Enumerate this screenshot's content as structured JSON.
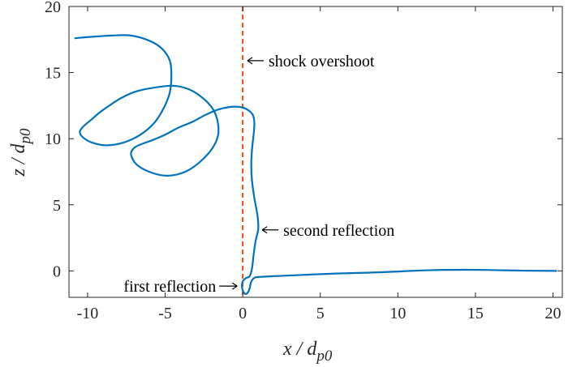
{
  "chart_data": {
    "type": "line",
    "title": "",
    "xlabel": {
      "main": "x / d",
      "sub": "p0"
    },
    "ylabel": {
      "main": "z / d",
      "sub": "p0"
    },
    "xlim": [
      -11.2,
      20.6
    ],
    "ylim": [
      -2,
      20
    ],
    "xticks": [
      -10,
      -5,
      0,
      5,
      10,
      15,
      20
    ],
    "yticks": [
      0,
      5,
      10,
      15,
      20
    ],
    "xtick_labels": [
      "-10",
      "-5",
      "0",
      "5",
      "10",
      "15",
      "20"
    ],
    "ytick_labels": [
      "0",
      "5",
      "10",
      "15",
      "20"
    ],
    "grid": false,
    "series": [
      {
        "color": "#0072BD",
        "x": [
          20.2,
          18,
          15,
          12,
          9,
          6,
          4,
          2,
          1.2,
          0.8,
          0.6,
          0.5,
          0.45,
          0.35,
          0.2,
          0.05,
          -0.05,
          0.0,
          0.2,
          0.45,
          0.6,
          0.7,
          0.82,
          1.0,
          0.95,
          0.75,
          0.6,
          0.55,
          0.6,
          0.7,
          0.75,
          0.65,
          0.3,
          -0.2,
          -0.8,
          -1.6,
          -2.4,
          -3.2,
          -4.2,
          -5.0,
          -5.8,
          -6.5,
          -7.0,
          -7.2,
          -6.8,
          -5.8,
          -4.8,
          -3.7,
          -2.8,
          -2.0,
          -1.6,
          -1.6,
          -1.9,
          -2.5,
          -3.4,
          -4.4,
          -5.5,
          -6.8,
          -7.8,
          -8.6,
          -9.2,
          -9.8,
          -10.3,
          -10.5,
          -10.3,
          -9.7,
          -8.8,
          -7.7,
          -6.6,
          -5.7,
          -5.1,
          -4.7,
          -4.6,
          -4.7,
          -5.2,
          -6.0,
          -7.2,
          -8.5,
          -9.8,
          -10.8
        ],
        "y": [
          0.0,
          0.02,
          0.08,
          0.05,
          -0.1,
          -0.2,
          -0.3,
          -0.4,
          -0.45,
          -0.5,
          -0.7,
          -1.0,
          -1.3,
          -1.6,
          -1.75,
          -1.6,
          -1.2,
          -0.8,
          -0.55,
          -0.4,
          0.2,
          1.2,
          2.2,
          3.2,
          4.2,
          5.5,
          6.8,
          8.0,
          9.2,
          10.3,
          11.2,
          11.8,
          12.2,
          12.4,
          12.4,
          12.2,
          11.8,
          11.3,
          10.8,
          10.3,
          9.9,
          9.6,
          9.3,
          8.8,
          8.0,
          7.4,
          7.2,
          7.5,
          8.2,
          9.2,
          10.2,
          11.2,
          12.2,
          13.0,
          13.7,
          14.0,
          13.9,
          13.6,
          13.1,
          12.5,
          12.0,
          11.4,
          10.9,
          10.5,
          10.1,
          9.7,
          9.5,
          9.7,
          10.3,
          11.2,
          12.3,
          13.5,
          14.8,
          15.9,
          16.8,
          17.4,
          17.8,
          17.8,
          17.7,
          17.6
        ]
      }
    ],
    "reference_line": {
      "x": 0,
      "color": "#D95319",
      "style": "dashed"
    },
    "annotations": [
      {
        "text": "shock overshoot",
        "x": 0.2,
        "y": 15.9,
        "side": "right"
      },
      {
        "text": "second reflection",
        "x": 1.15,
        "y": 3.1,
        "side": "right"
      },
      {
        "text": "first reflection",
        "x": -0.15,
        "y": -1.15,
        "side": "left"
      }
    ]
  }
}
